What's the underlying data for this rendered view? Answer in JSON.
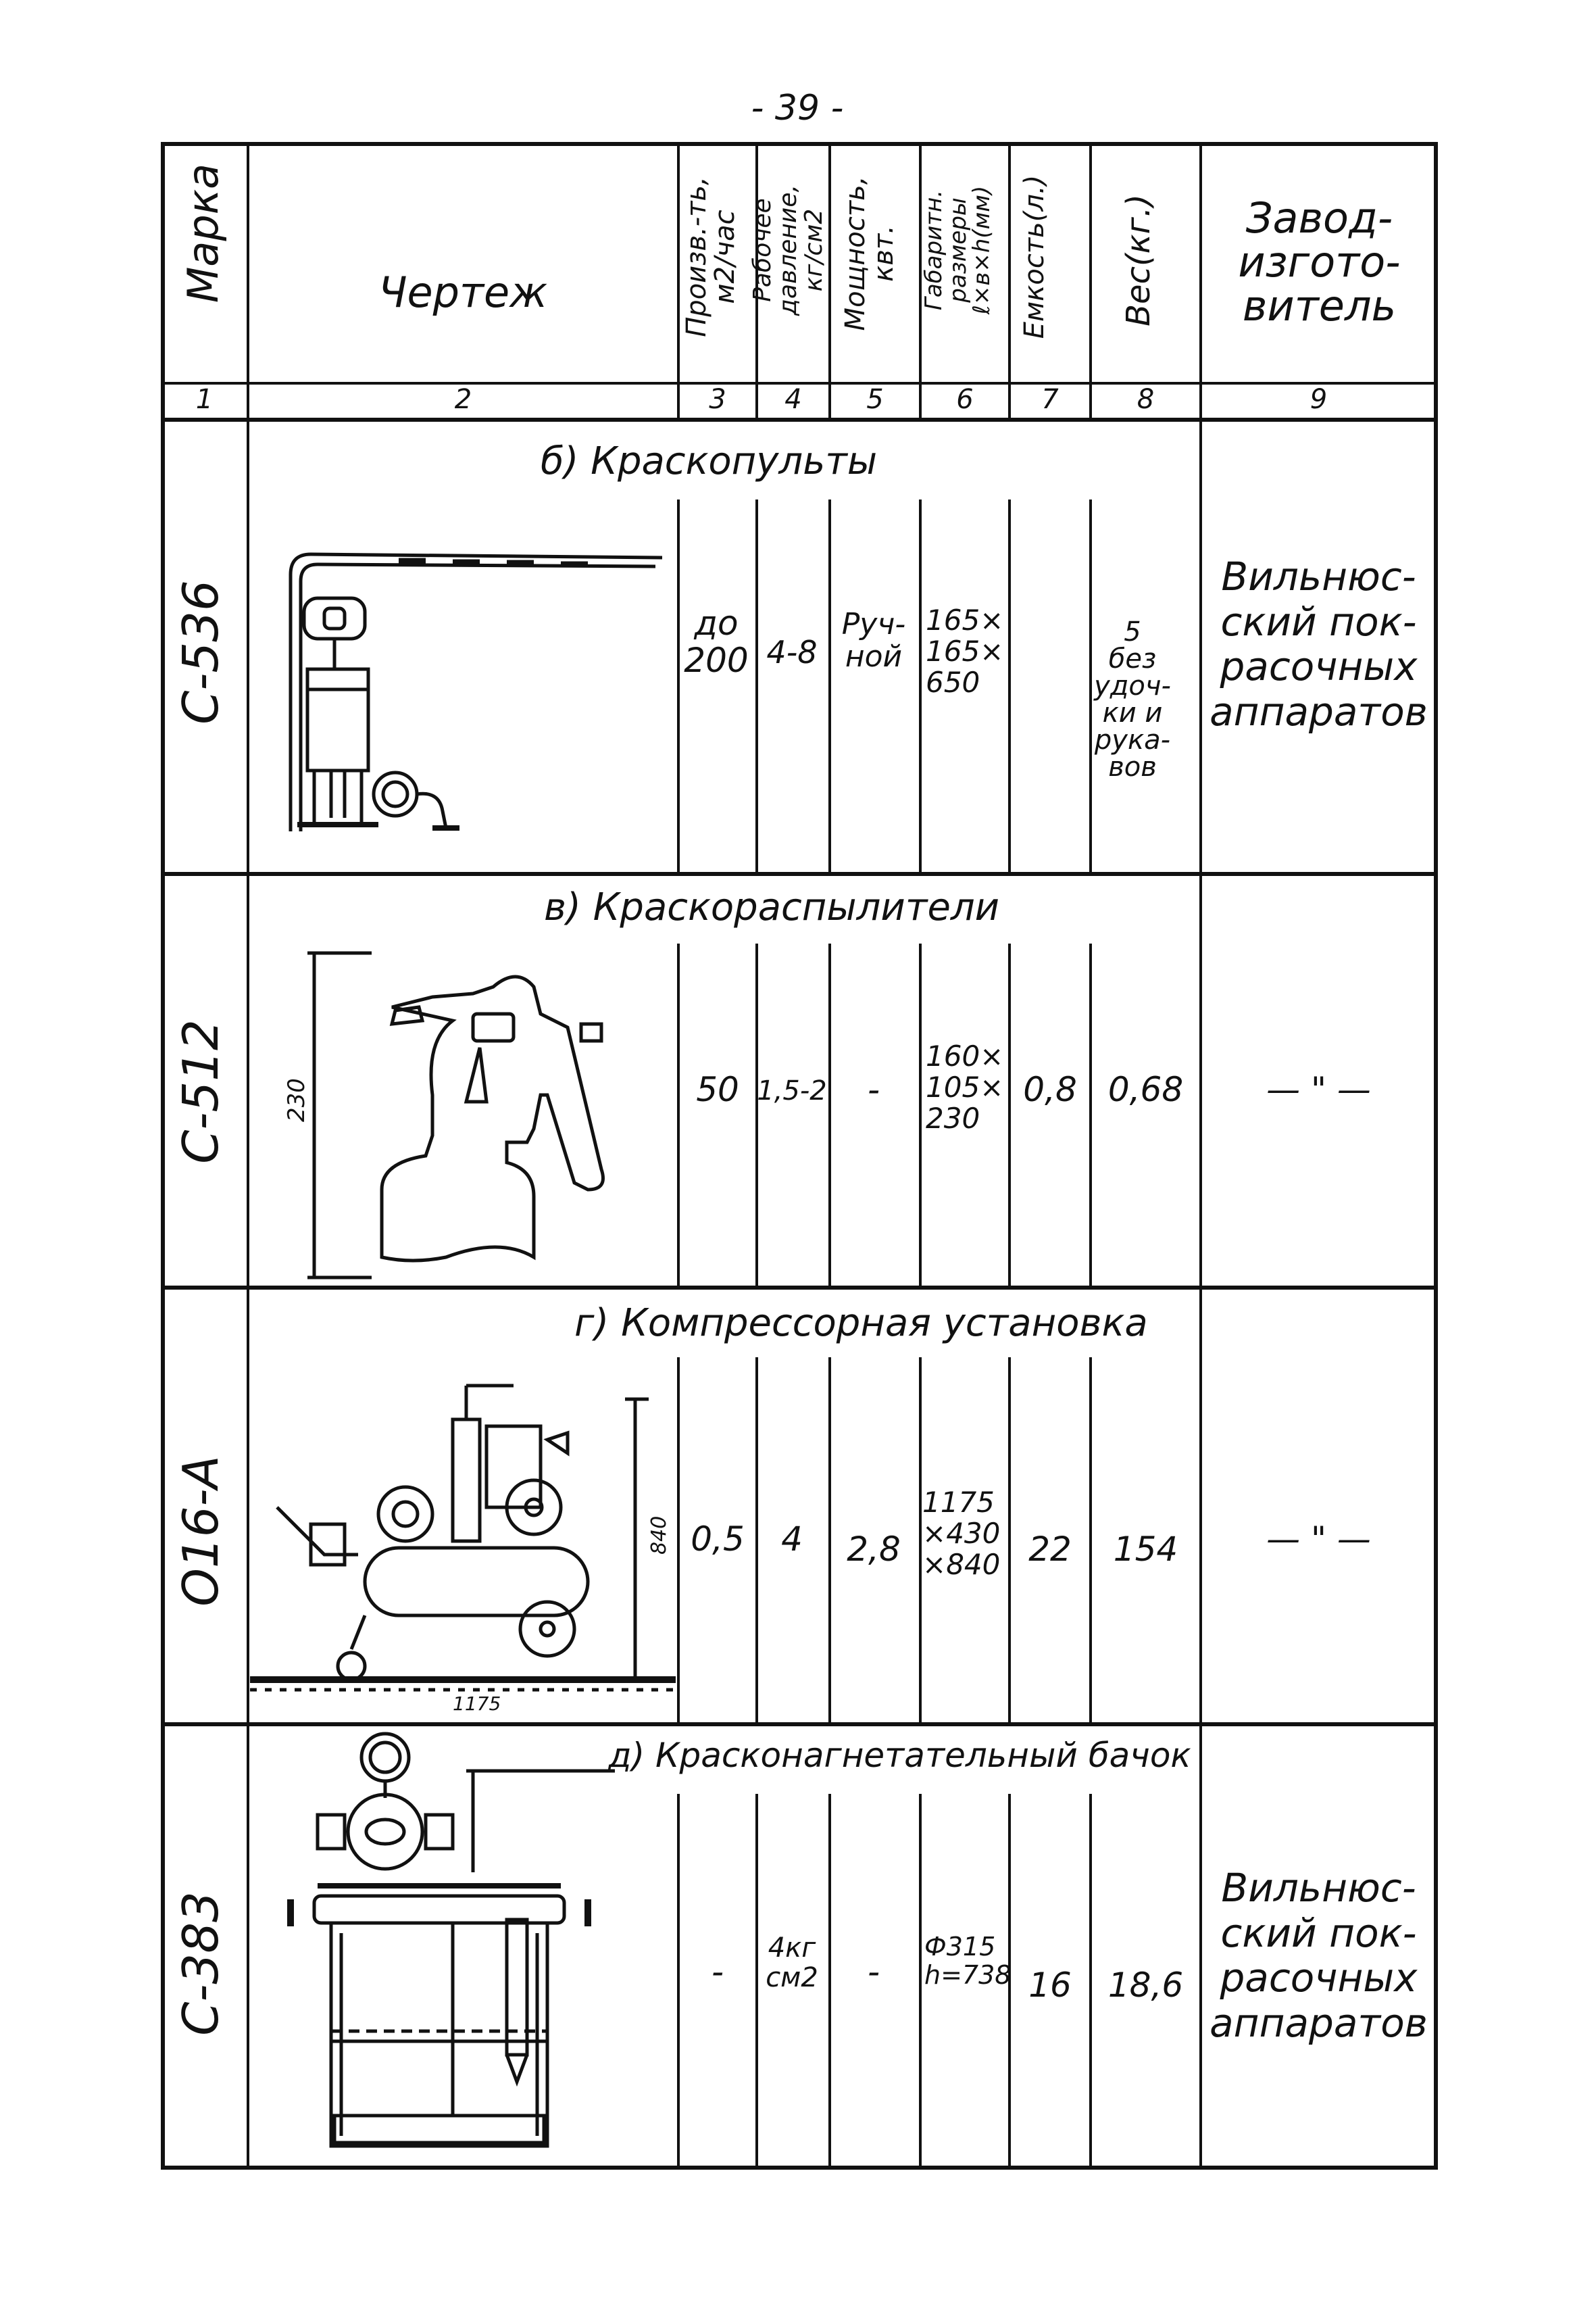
{
  "page": {
    "number": "- 39 -"
  },
  "headers": {
    "mark": "Марка",
    "drawing": "Чертеж",
    "productivity": "Произв.-ть,\nм2/час",
    "pressure": "Рабочее\nдавление,\nкг/см2",
    "power": "Мощность,\nквт.",
    "dimensions": "Габаритн.\nразмеры\nℓ×в×h(мм)",
    "capacity": "Емкость(л.)",
    "weight": "Вес(кг.)",
    "maker": "Завод-\nизгото-\nвитель"
  },
  "column_numbers": [
    "1",
    "2",
    "3",
    "4",
    "5",
    "6",
    "7",
    "8",
    "9"
  ],
  "sections": {
    "s1": "б) Краскопульты",
    "s2": "в) Краскораспылители",
    "s3": "г) Компрессорная установка",
    "s4": "д) Красконагнетательный бачок"
  },
  "rows": [
    {
      "mark": "С-536",
      "productivity": "до\n200",
      "pressure": "4-8",
      "power": "Руч-\nной",
      "dimensions": "165×\n165×\n650",
      "capacity": "",
      "weight": "5\nбез\nудоч-\nки и\nрука-\nвов",
      "maker": "Вильнюс-\nский пок-\nрасочных\nаппаратов"
    },
    {
      "mark": "С-512",
      "productivity": "50",
      "pressure": "1,5-2",
      "power": "-",
      "dimensions": "160×\n105×\n230",
      "capacity": "0,8",
      "weight": "0,68",
      "maker": "— \" —",
      "dim_label": "230"
    },
    {
      "mark": "О16-А",
      "productivity": "0,5",
      "pressure": "4",
      "power": "2,8",
      "dimensions": "1175\n×430\n×840",
      "capacity": "22",
      "weight": "154",
      "maker": "— \" —",
      "dim_label_h": "840",
      "dim_label_w": "1175"
    },
    {
      "mark": "С-383",
      "productivity": "-",
      "pressure": "4кг\nсм2",
      "power": "-",
      "dimensions": "Ф315\nh=738",
      "capacity": "16",
      "weight": "18,6",
      "maker": "Вильнюс-\nский пок-\nрасочных\nаппаратов"
    }
  ]
}
